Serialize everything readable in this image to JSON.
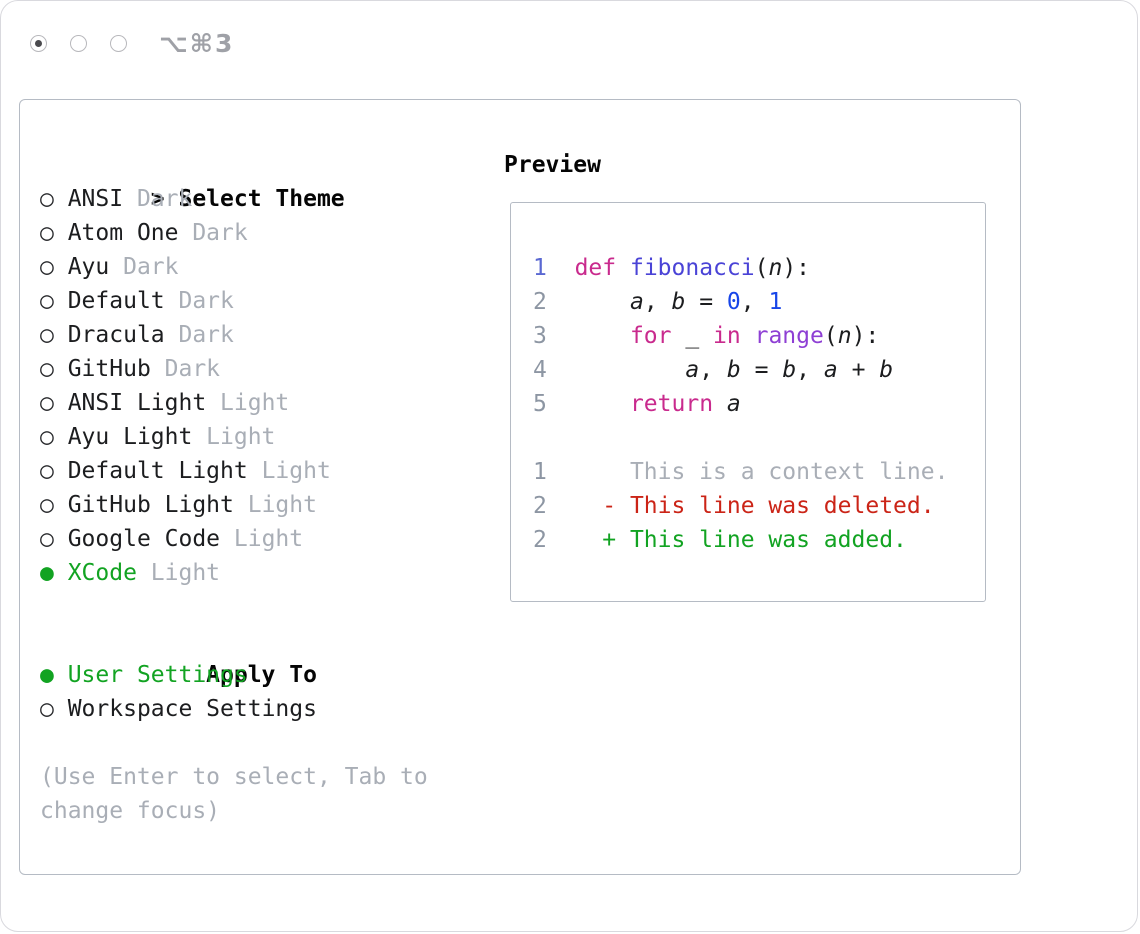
{
  "colors": {
    "green": "#12a322",
    "red": "#cb2417",
    "gray_muted": "#a9aeb6",
    "ink": "#1c1d1f",
    "keyword": "#c92a8d",
    "function": "#4a43d6",
    "number": "#1745e8",
    "call": "#8e3fd4",
    "line_number_gray": "#8d96a3",
    "line_number_blue": "#5a68d2",
    "border": "#b5bbc4"
  },
  "titlebar": {
    "shortcut": "⌥⌘3"
  },
  "theme_selector": {
    "prompt": ">",
    "title": "Select Theme",
    "items": [
      {
        "name": "ANSI",
        "variant": "Dark",
        "selected": false
      },
      {
        "name": "Atom One",
        "variant": "Dark",
        "selected": false
      },
      {
        "name": "Ayu",
        "variant": "Dark",
        "selected": false
      },
      {
        "name": "Default",
        "variant": "Dark",
        "selected": false
      },
      {
        "name": "Dracula",
        "variant": "Dark",
        "selected": false
      },
      {
        "name": "GitHub",
        "variant": "Dark",
        "selected": false
      },
      {
        "name": "ANSI Light",
        "variant": "Light",
        "selected": false
      },
      {
        "name": "Ayu Light",
        "variant": "Light",
        "selected": false
      },
      {
        "name": "Default Light",
        "variant": "Light",
        "selected": false
      },
      {
        "name": "GitHub Light",
        "variant": "Light",
        "selected": false
      },
      {
        "name": "Google Code",
        "variant": "Light",
        "selected": false
      },
      {
        "name": "XCode",
        "variant": "Light",
        "selected": true
      }
    ],
    "apply_to": {
      "title": "Apply To",
      "options": [
        {
          "label": "User Settings",
          "selected": true
        },
        {
          "label": "Workspace Settings",
          "selected": false
        }
      ]
    },
    "hint": "(Use Enter to select, Tab to change focus)"
  },
  "preview": {
    "title": "Preview",
    "code_lines": [
      {
        "num": "1",
        "accent": true,
        "tokens": [
          [
            "kw",
            "def"
          ],
          [
            "pl",
            " "
          ],
          [
            "fn",
            "fibonacci"
          ],
          [
            "pl",
            "("
          ],
          [
            "var",
            "n"
          ],
          [
            "pl",
            "):"
          ]
        ]
      },
      {
        "num": "2",
        "accent": false,
        "tokens": [
          [
            "pl",
            "    "
          ],
          [
            "var",
            "a"
          ],
          [
            "pl",
            ", "
          ],
          [
            "var",
            "b"
          ],
          [
            "pl",
            " = "
          ],
          [
            "num",
            "0"
          ],
          [
            "pl",
            ", "
          ],
          [
            "num",
            "1"
          ]
        ]
      },
      {
        "num": "3",
        "accent": false,
        "tokens": [
          [
            "pl",
            "    "
          ],
          [
            "kw",
            "for"
          ],
          [
            "pl",
            " _ "
          ],
          [
            "kw",
            "in"
          ],
          [
            "pl",
            " "
          ],
          [
            "call",
            "range"
          ],
          [
            "pl",
            "("
          ],
          [
            "var",
            "n"
          ],
          [
            "pl",
            "):"
          ]
        ]
      },
      {
        "num": "4",
        "accent": false,
        "tokens": [
          [
            "pl",
            "        "
          ],
          [
            "var",
            "a"
          ],
          [
            "pl",
            ", "
          ],
          [
            "var",
            "b"
          ],
          [
            "pl",
            " = "
          ],
          [
            "var",
            "b"
          ],
          [
            "pl",
            ", "
          ],
          [
            "var",
            "a"
          ],
          [
            "pl",
            " + "
          ],
          [
            "var",
            "b"
          ]
        ]
      },
      {
        "num": "5",
        "accent": false,
        "tokens": [
          [
            "pl",
            "    "
          ],
          [
            "kw",
            "return"
          ],
          [
            "pl",
            " "
          ],
          [
            "var",
            "a"
          ]
        ]
      }
    ],
    "diff_lines": [
      {
        "num": "1",
        "kind": "context",
        "marker": "",
        "text": "This is a context line."
      },
      {
        "num": "2",
        "kind": "deleted",
        "marker": "-",
        "text": "This line was deleted."
      },
      {
        "num": "2",
        "kind": "added",
        "marker": "+",
        "text": "This line was added."
      }
    ]
  }
}
